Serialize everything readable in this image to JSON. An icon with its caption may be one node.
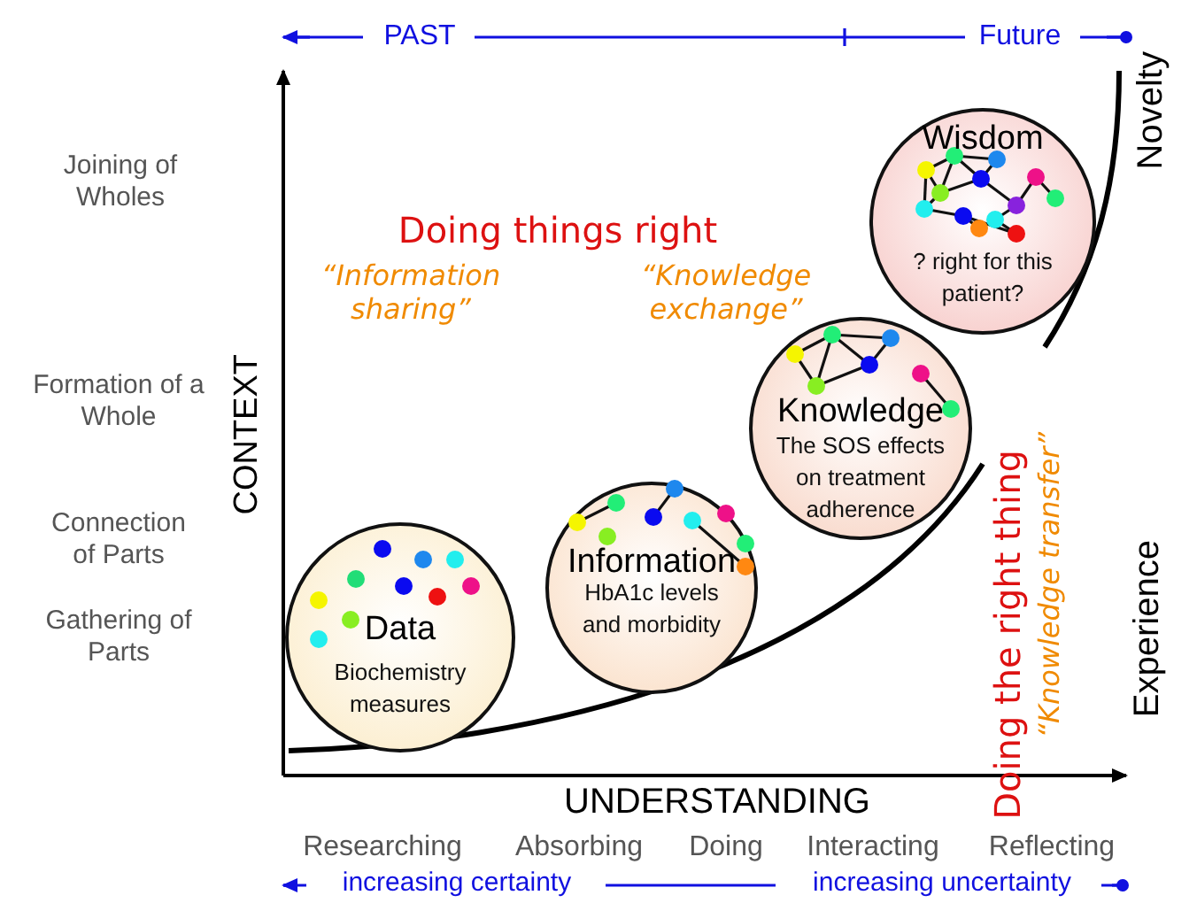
{
  "diagram": {
    "nodes": [
      {
        "text": [
          "Data",
          "Biochemistry measures"
        ]
      },
      {
        "text": [
          "Information",
          "HbA1c levels and morbidity"
        ]
      },
      {
        "text": [
          "Knowledge",
          "The SOS effects on treatment adherence"
        ]
      },
      {
        "text": [
          "Wisdom",
          "? right for this patient?"
        ]
      }
    ],
    "labels": [
      "PAST",
      "Future",
      "Novelty",
      "Joining of Wholes",
      "Doing things right",
      "“Information sharing”",
      "“Knowledge exchange”",
      "Formation of a Whole",
      "CONTEXT",
      "Connection of Parts",
      "Gathering of Parts",
      "Doing the right thing",
      "“Knowledge transfer”",
      "Experience",
      "UNDERSTANDING",
      "Researching",
      "Absorbing",
      "Doing",
      "Interacting",
      "Reflecting",
      "increasing certainty",
      "increasing uncertainty"
    ]
  }
}
